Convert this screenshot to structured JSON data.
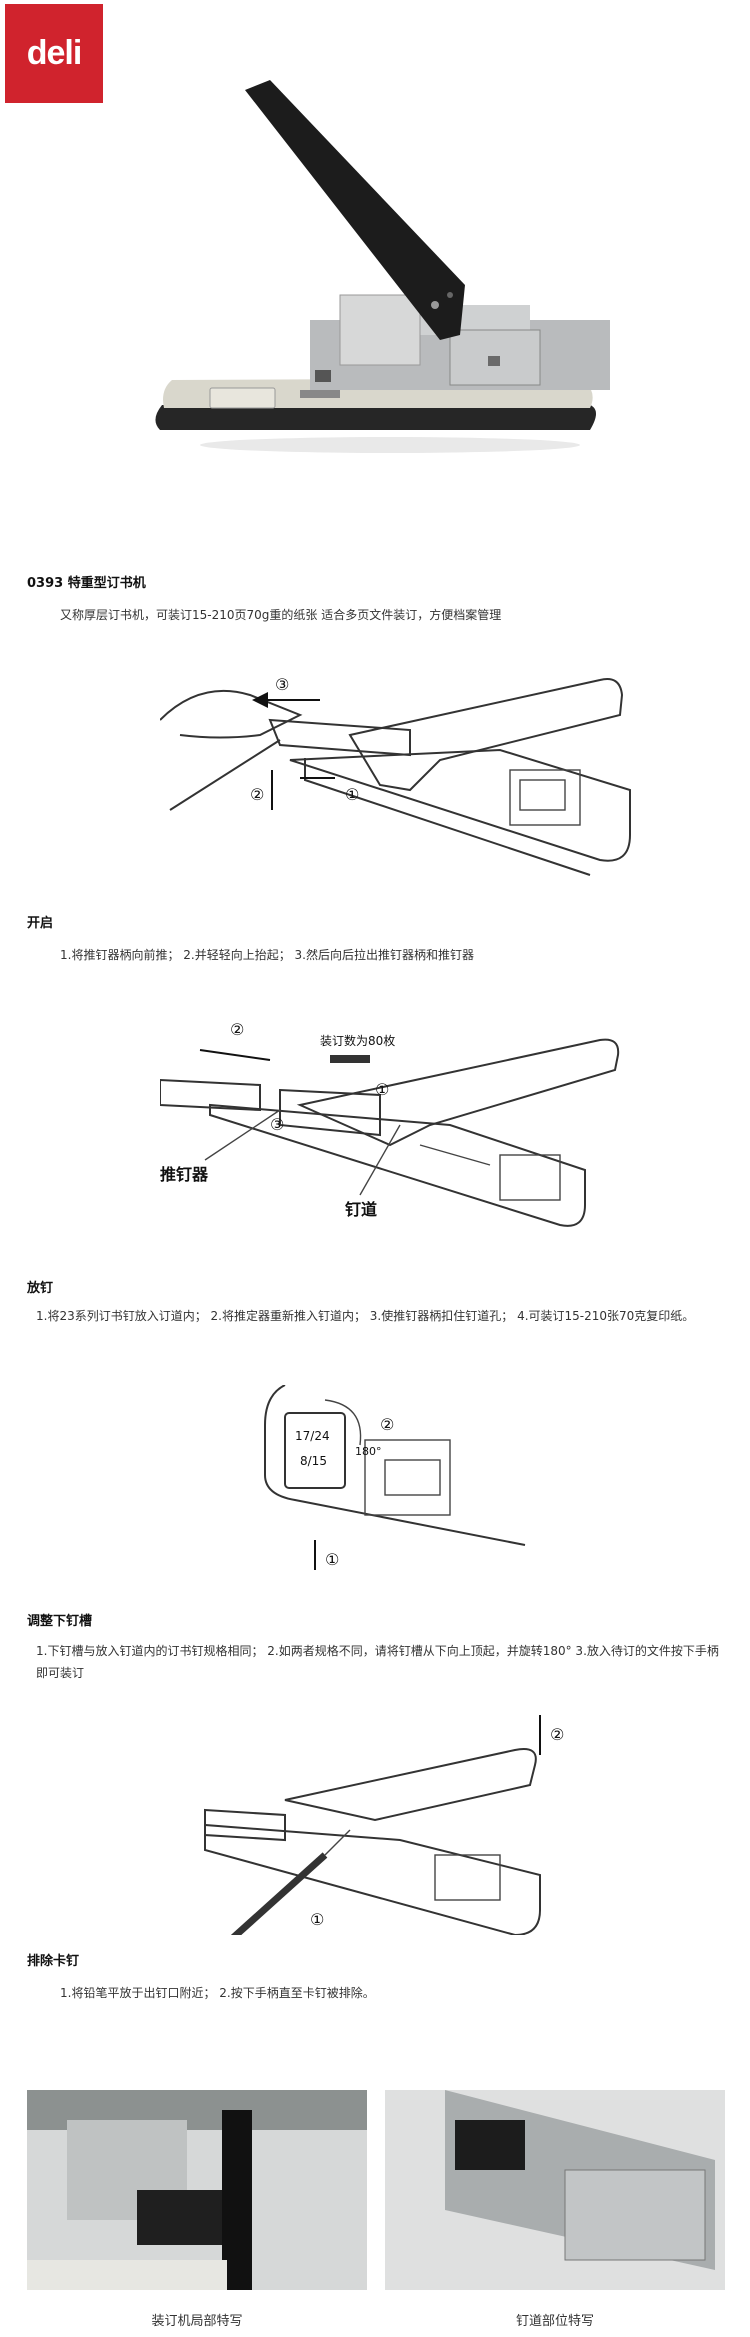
{
  "brand": {
    "logo_text": "deli",
    "accent": "#d0232d"
  },
  "product": {
    "title": "0393 特重型订书机",
    "description": "又称厚层订书机，可装订15-210页70g重的纸张 适合多页文件装订，方便档案管理"
  },
  "sections": [
    {
      "heading": "开启",
      "text": "1.将推钉器柄向前推； 2.并轻轻向上抬起； 3.然后向后拉出推钉器柄和推钉器",
      "callouts": [
        "①",
        "②",
        "③"
      ]
    },
    {
      "heading": "放钉",
      "text": "1.将23系列订书钉放入订道内； 2.将推定器重新推入钉道内； 3.使推钉器柄扣住钉道孔； 4.可装订15-210张70克复印纸。",
      "callouts": [
        "①",
        "②",
        "③"
      ],
      "labels": [
        "装订数为80枚",
        "推钉器",
        "钉道"
      ]
    },
    {
      "heading": "调整下钉槽",
      "text": "1.下钉槽与放入钉道内的订书钉规格相同； 2.如两者规格不同，请将钉槽从下向上顶起，并旋转180° 3.放入待订的文件按下手柄即可装订",
      "callouts": [
        "①",
        "②"
      ],
      "labels": [
        "180°"
      ]
    },
    {
      "heading": "排除卡钉",
      "text": "1.将铅笔平放于出钉口附近； 2.按下手柄直至卡钉被排除。",
      "callouts": [
        "①",
        "②"
      ]
    }
  ],
  "photos": [
    {
      "caption": "装订机局部特写"
    },
    {
      "caption": "钉道部位特写"
    }
  ]
}
